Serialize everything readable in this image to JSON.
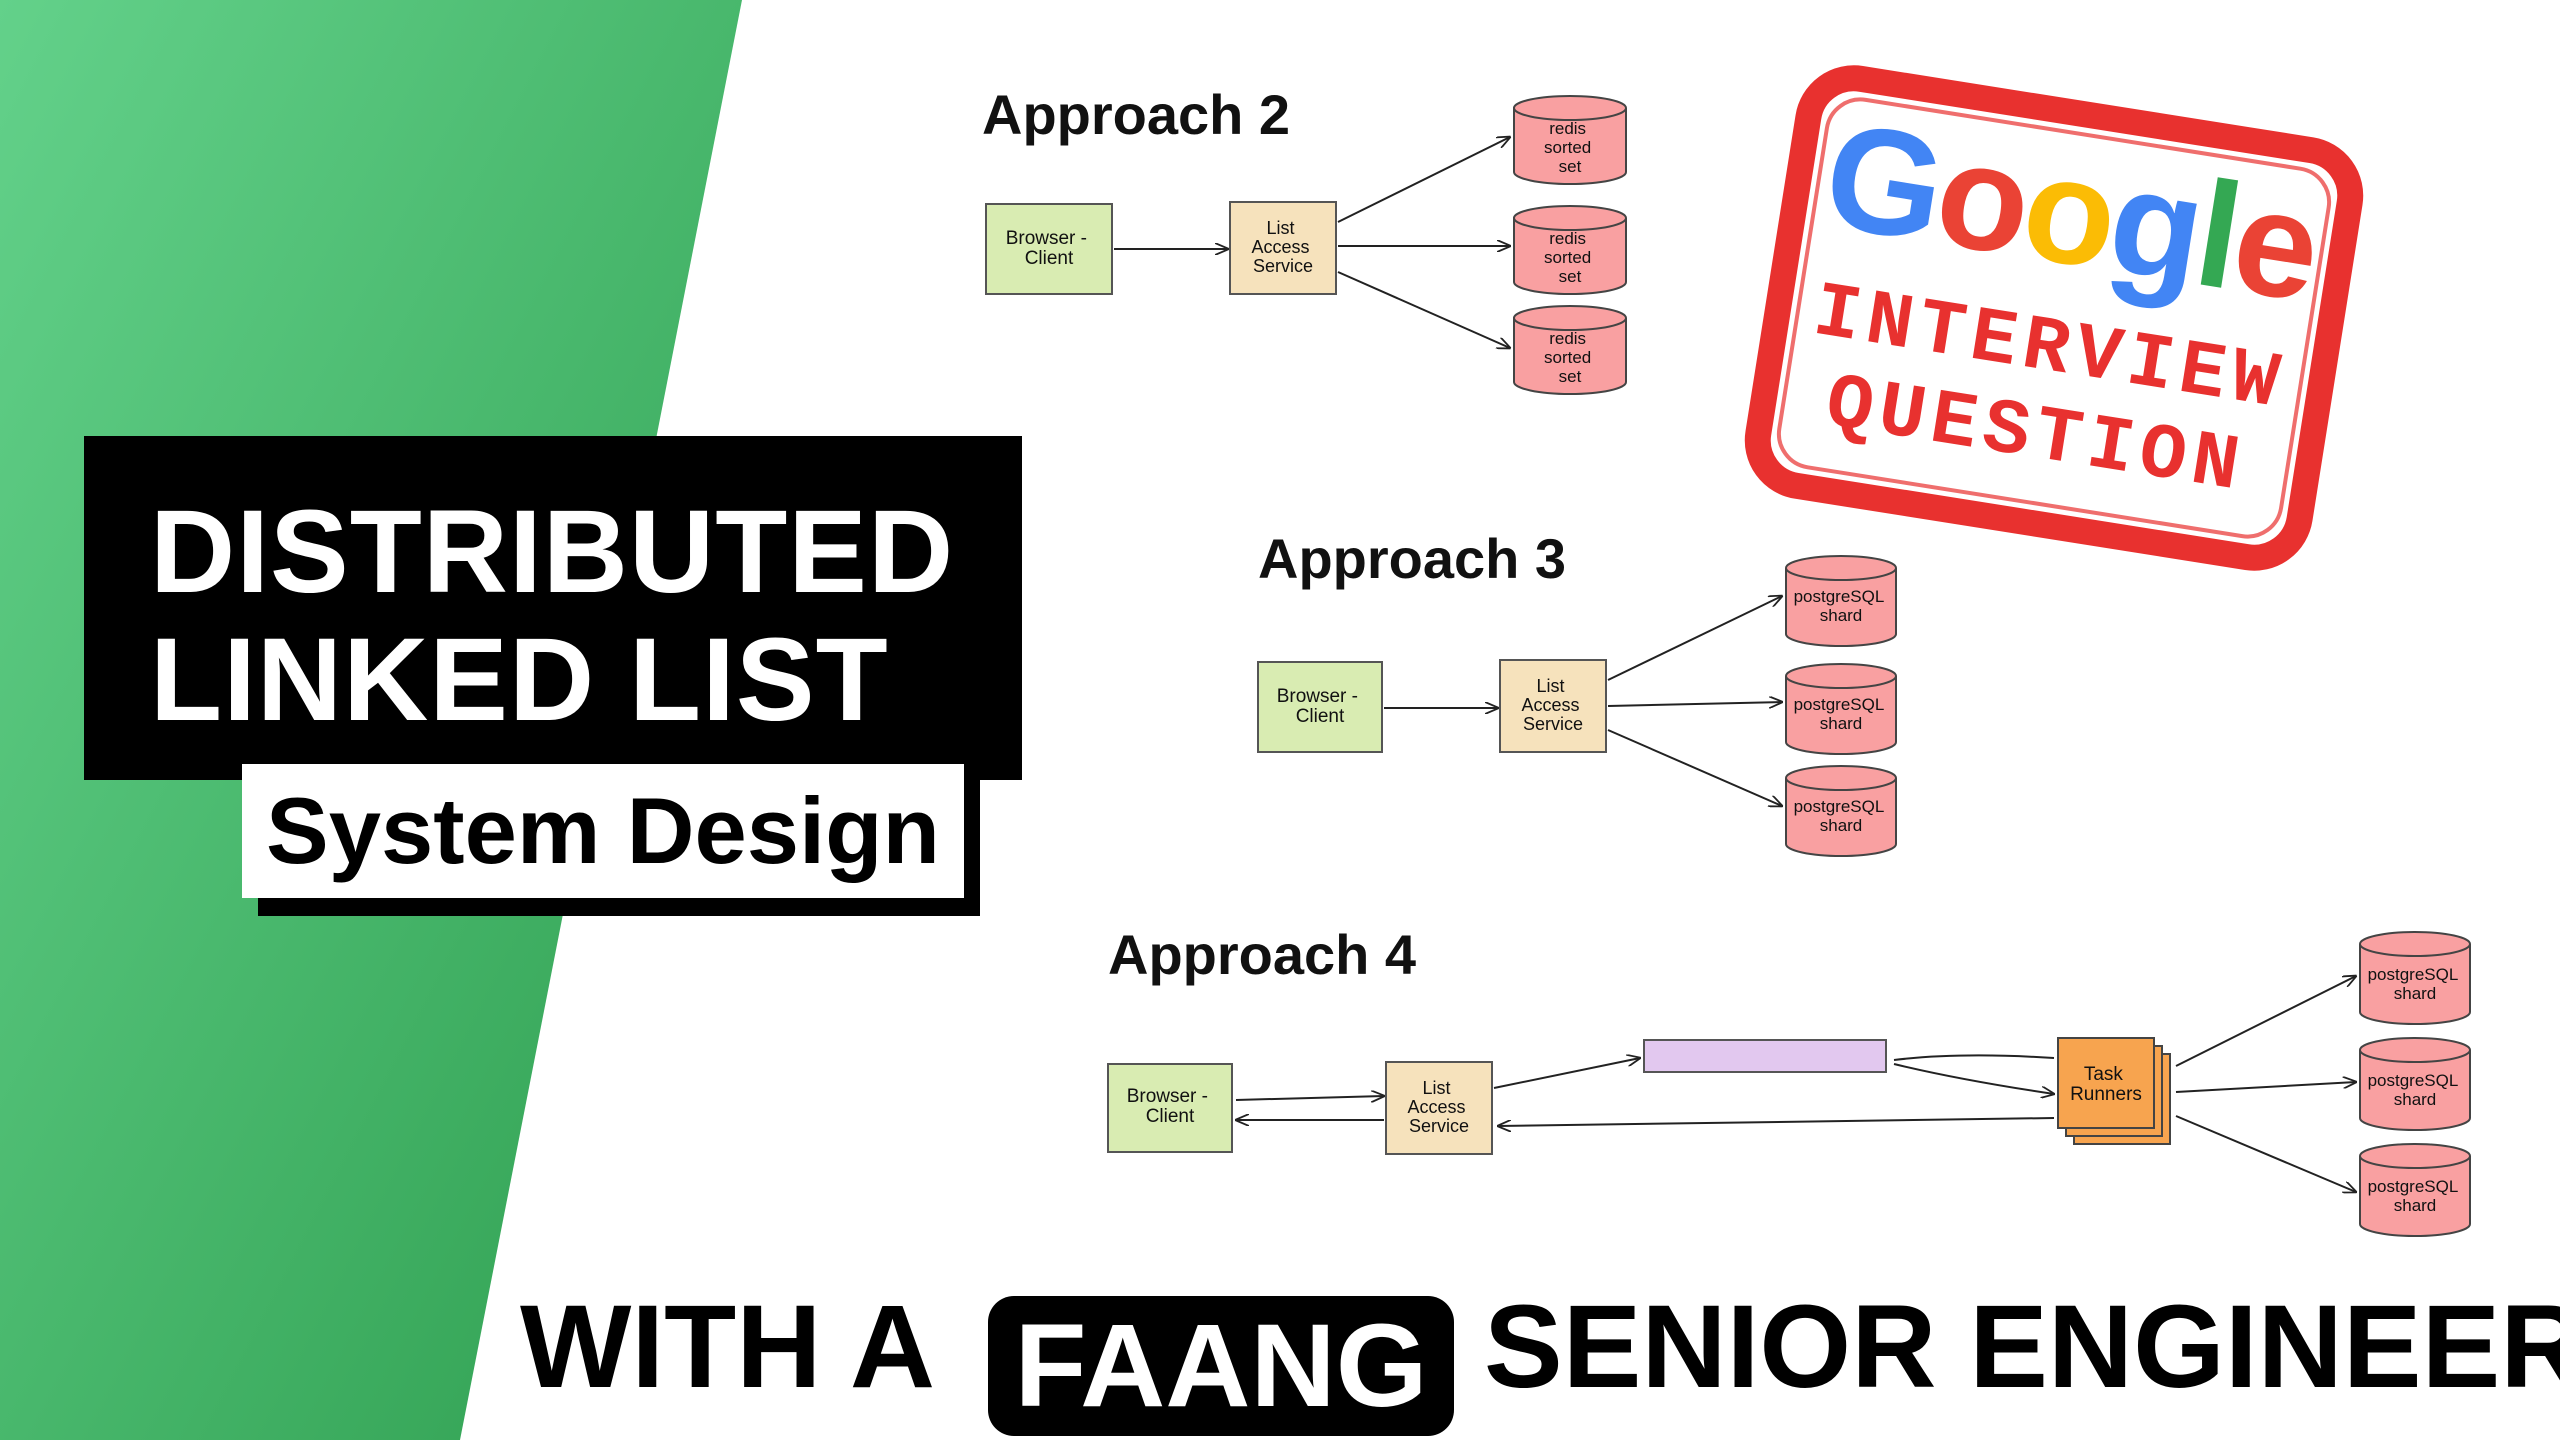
{
  "title": {
    "line1": "DISTRIBUTED",
    "line2": "LINKED LIST",
    "subtitle": "System Design"
  },
  "tagline": {
    "prefix": "WITH A",
    "highlight": "FAANG",
    "suffix": "SENIOR ENGINEER"
  },
  "stamp": {
    "brand": "Google",
    "line1": "INTERVIEW",
    "line2": "QUESTION",
    "color": "#e8312f"
  },
  "colors": {
    "green_light": "#63d18a",
    "green_dark": "#2e9e4f",
    "client_fill": "#d9ecb2",
    "service_fill": "#f6e2bc",
    "db_fill": "#f9a0a1",
    "queue_fill": "#e2c8ef",
    "runner_fill": "#f7a44f"
  },
  "approach2": {
    "title": "Approach 2",
    "client": [
      "Browser -",
      "Client"
    ],
    "service": [
      "List",
      "Access",
      "Service"
    ],
    "stores": [
      [
        "redis",
        "sorted",
        "set"
      ],
      [
        "redis",
        "sorted",
        "set"
      ],
      [
        "redis",
        "sorted",
        "set"
      ]
    ]
  },
  "approach3": {
    "title": "Approach 3",
    "client": [
      "Browser -",
      "Client"
    ],
    "service": [
      "List",
      "Access",
      "Service"
    ],
    "stores": [
      [
        "postgreSQL",
        "shard"
      ],
      [
        "postgreSQL",
        "shard"
      ],
      [
        "postgreSQL",
        "shard"
      ]
    ]
  },
  "approach4": {
    "title": "Approach 4",
    "client": [
      "Browser -",
      "Client"
    ],
    "service": [
      "List",
      "Access",
      "Service"
    ],
    "runners": [
      "Task",
      "Runners"
    ],
    "stores": [
      [
        "postgreSQL",
        "shard"
      ],
      [
        "postgreSQL",
        "shard"
      ],
      [
        "postgreSQL",
        "shard"
      ]
    ]
  }
}
